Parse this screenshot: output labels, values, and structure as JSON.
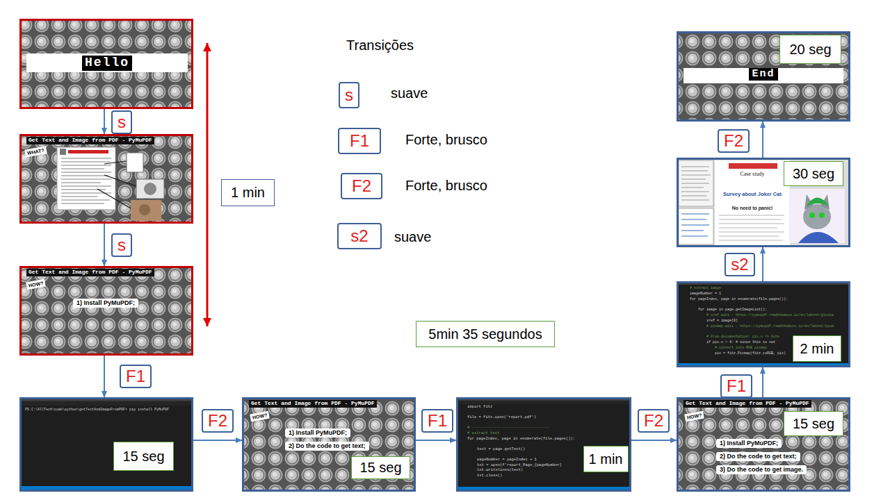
{
  "diagram": {
    "nodes": [
      {
        "text": [
          "Hello"
        ]
      },
      {
        "text": [
          "Get Text and Image from PDF - PyMuPDF",
          "WHAT?"
        ]
      },
      {
        "text": [
          "Get Text and Image from PDF - PyMuPDF",
          "HOW?",
          "1) Install PyMuPDF;"
        ]
      },
      {
        "text": [
          "1 min"
        ]
      },
      {
        "text": [
          "s"
        ]
      },
      {
        "text": [
          "F1"
        ]
      },
      {
        "text": [
          "F2"
        ]
      },
      {
        "text": [
          "s2"
        ]
      },
      {
        "text": [
          "5min 35 segundos"
        ]
      },
      {
        "text": [
          "PS C:\\AllTech\\code\\python\\getTextAndImageFromPDF> pip install PyMuPDF"
        ]
      },
      {
        "text": [
          "15 seg"
        ],
        "in": 9
      },
      {
        "text": [
          "Get Text and Image from PDF - PyMuPDF",
          "HOW?",
          "1) Install PyMuPDF;",
          "2) Do the code to get text;"
        ]
      },
      {
        "text": [
          "15 seg"
        ],
        "in": 11
      },
      {
        "text": [
          "import fitz",
          "file = fitz.open('report.pdf')",
          "# ----------------------------------",
          "# extract text",
          "for pageIndex, page in enumerate(file.pages()):",
          "text = page.getText()",
          "pageNumber = pageIndex + 1",
          "txt = open(f'report_Page_{pageNumber}",
          "txt.writelines(text)",
          "txt.close()"
        ]
      },
      {
        "text": [
          "1 min"
        ],
        "in": 13
      },
      {
        "text": [
          "Get Text and Image from PDF - PyMuPDF",
          "HOW?",
          "1) Install PyMuPDF;",
          "2) Do the code to get text;",
          "3) Do the code to get image."
        ]
      },
      {
        "text": [
          "15 seg"
        ],
        "in": 15
      },
      {
        "text": [
          "# extract image",
          "imageNumber = 1",
          "for pageIndex, page in enumerate(file.pages()):",
          "for image in page.getImageList():",
          "# xref wiki - https://pymupdf.readthedocs.io/en/latest/glossa",
          "xref = image[0]",
          "# pixmap wiki - https://pymupdf.readthedocs.io/en/latest/pixm",
          "# From documentation: pix.n <= byte",
          "if pix.n > 4:  # since this is not",
          "# convert into RGB pixmap",
          "pix = fitz.Pixmap(fitz.csRGB, pix)"
        ]
      },
      {
        "text": [
          "2 min"
        ],
        "in": 17
      },
      {
        "text": [
          "Case study",
          "Survey about Joker Cat",
          "No need to panic!"
        ]
      },
      {
        "text": [
          "30 seg"
        ],
        "in": 19
      },
      {
        "text": [
          "End"
        ]
      },
      {
        "text": [
          "20 seg"
        ],
        "in": 21
      }
    ],
    "edges": [
      {
        "from": 0,
        "to": 1,
        "label": "s",
        "arrow": "to"
      },
      {
        "from": 1,
        "to": 2,
        "label": "s",
        "arrow": "to"
      },
      {
        "from": 2,
        "to": 9,
        "label": "F1",
        "arrow": "to"
      },
      {
        "from": 9,
        "to": 11,
        "label": "F2",
        "arrow": "to"
      },
      {
        "from": 11,
        "to": 13,
        "label": "F1",
        "arrow": "to"
      },
      {
        "from": 13,
        "to": 15,
        "label": "F2",
        "arrow": "to"
      },
      {
        "from": 15,
        "to": 17,
        "label": "F1",
        "arrow": "to"
      },
      {
        "from": 17,
        "to": 19,
        "label": "s2",
        "arrow": "to"
      },
      {
        "from": 19,
        "to": 21,
        "label": "F2",
        "arrow": "to"
      }
    ],
    "labels": [
      "Transições",
      "suave",
      "Forte, brusco",
      "Forte, brusco",
      "suave"
    ]
  }
}
